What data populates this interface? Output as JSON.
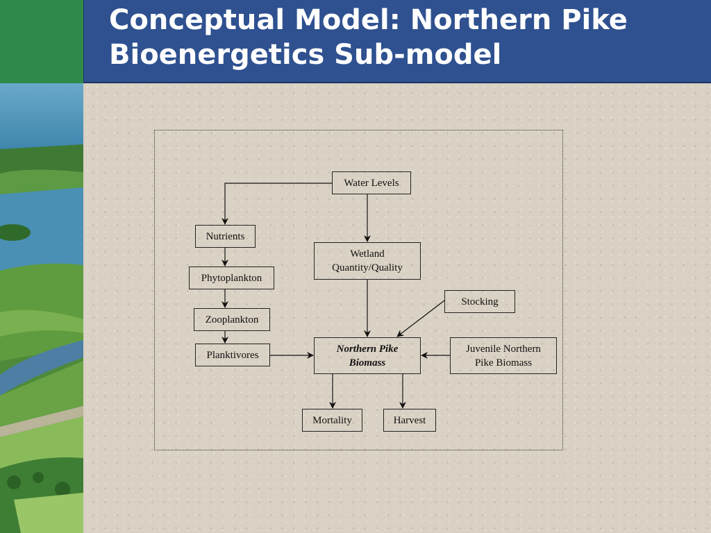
{
  "slide": {
    "title": "Conceptual Model: Northern Pike\nBioenergetics Sub-model"
  },
  "diagram": {
    "nodes": {
      "water_levels": "Water Levels",
      "nutrients": "Nutrients",
      "wetland": "Wetland\nQuantity/Quality",
      "phytoplankton": "Phytoplankton",
      "stocking": "Stocking",
      "zooplankton": "Zooplankton",
      "planktivores": "Planktivores",
      "northern_pike_biomass": "Northern Pike\nBiomass",
      "juvenile_biomass": "Juvenile Northern\nPike Biomass",
      "mortality": "Mortality",
      "harvest": "Harvest"
    },
    "edges": [
      {
        "from": "water_levels",
        "to": "nutrients"
      },
      {
        "from": "water_levels",
        "to": "wetland"
      },
      {
        "from": "nutrients",
        "to": "phytoplankton"
      },
      {
        "from": "phytoplankton",
        "to": "zooplankton"
      },
      {
        "from": "zooplankton",
        "to": "planktivores"
      },
      {
        "from": "planktivores",
        "to": "northern_pike_biomass"
      },
      {
        "from": "wetland",
        "to": "northern_pike_biomass"
      },
      {
        "from": "stocking",
        "to": "northern_pike_biomass"
      },
      {
        "from": "juvenile_biomass",
        "to": "northern_pike_biomass"
      },
      {
        "from": "northern_pike_biomass",
        "to": "mortality"
      },
      {
        "from": "northern_pike_biomass",
        "to": "harvest"
      }
    ]
  },
  "colors": {
    "title_bar": "#2f5190",
    "corner_block": "#2f8a4a",
    "background": "#d9d1c3",
    "box_border": "#222222"
  }
}
